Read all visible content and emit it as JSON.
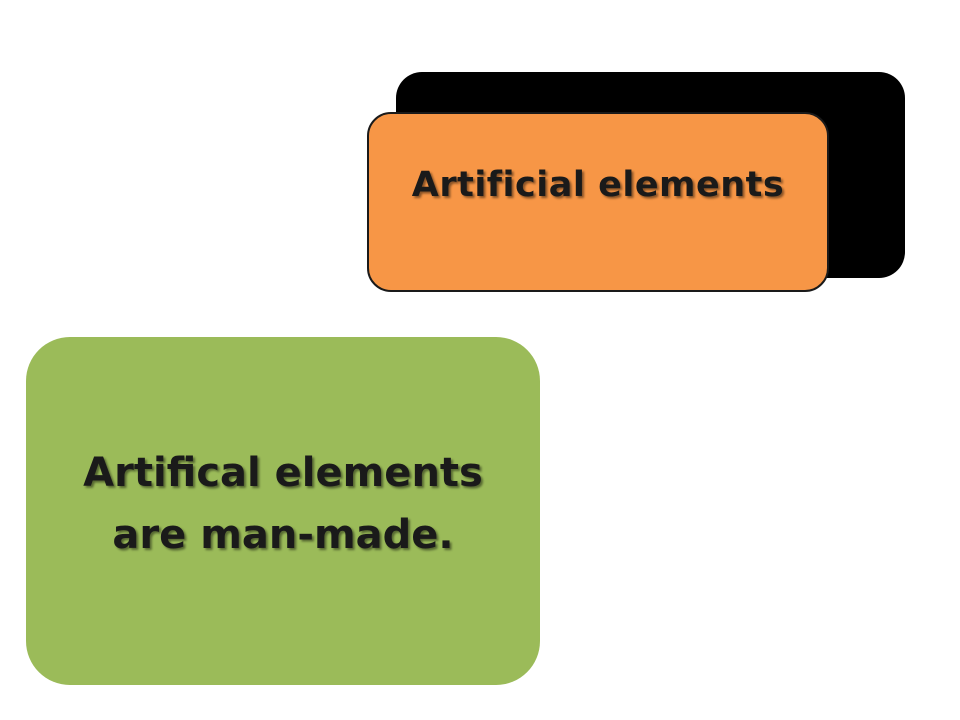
{
  "title_box": {
    "label": "Artificial elements",
    "fill_color": "#f79646",
    "shadow_color": "#000000"
  },
  "description_box": {
    "lines": [
      "Artifical elements",
      "are man-made."
    ],
    "fill_color": "#9bbb59"
  }
}
